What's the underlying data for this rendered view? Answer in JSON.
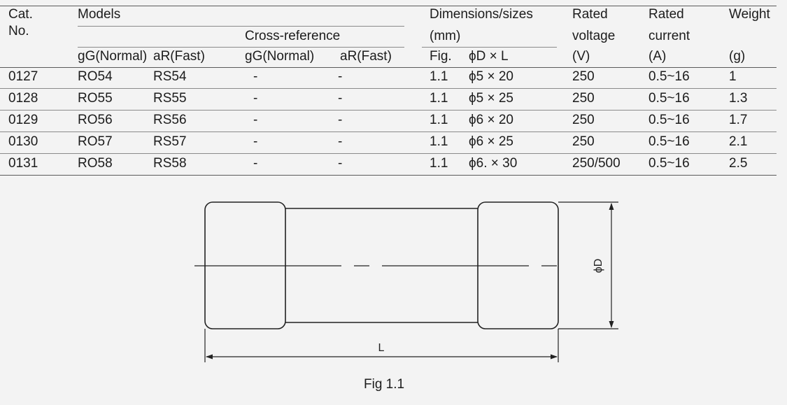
{
  "table": {
    "headers": {
      "cat_no_line1": "Cat.",
      "cat_no_line2": "No.",
      "models": "Models",
      "cross_reference": "Cross-reference",
      "dimensions_line1": "Dimensions/sizes",
      "dimensions_line2": "(mm)",
      "rated_voltage_line1": "Rated",
      "rated_voltage_line2": "voltage",
      "rated_voltage_unit": "(V)",
      "rated_current_line1": "Rated",
      "rated_current_line2": "current",
      "rated_current_unit": "(A)",
      "weight": "Weight",
      "weight_unit": "(g)",
      "sub_gg": "gG(Normal)",
      "sub_ar": "aR(Fast)",
      "sub_xref_gg": "gG(Normal)",
      "sub_xref_ar": "aR(Fast)",
      "sub_fig": "Fig.",
      "sub_dxl": "ϕD × L"
    },
    "rows": [
      {
        "cat": "0127",
        "gg": "RO54",
        "ar": "RS54",
        "xgg": "-",
        "xar": "-",
        "fig": "1.1",
        "dxl": "ϕ5 × 20",
        "voltage": "250",
        "current": "0.5~16",
        "weight": "1"
      },
      {
        "cat": "0128",
        "gg": "RO55",
        "ar": "RS55",
        "xgg": "-",
        "xar": "-",
        "fig": "1.1",
        "dxl": "ϕ5 × 25",
        "voltage": "250",
        "current": "0.5~16",
        "weight": "1.3"
      },
      {
        "cat": "0129",
        "gg": "RO56",
        "ar": "RS56",
        "xgg": "-",
        "xar": "-",
        "fig": "1.1",
        "dxl": "ϕ6 × 20",
        "voltage": "250",
        "current": "0.5~16",
        "weight": "1.7"
      },
      {
        "cat": "0130",
        "gg": "RO57",
        "ar": "RS57",
        "xgg": "-",
        "xar": "-",
        "fig": "1.1",
        "dxl": "ϕ6 × 25",
        "voltage": "250",
        "current": "0.5~16",
        "weight": "2.1"
      },
      {
        "cat": "0131",
        "gg": "RO58",
        "ar": "RS58",
        "xgg": "-",
        "xar": "-",
        "fig": "1.1",
        "dxl": "ϕ6. × 30",
        "voltage": "250/500",
        "current": "0.5~16",
        "weight": "2.5"
      }
    ]
  },
  "figure": {
    "diameter_label": "ϕD",
    "length_label": "L",
    "caption": "Fig 1.1"
  }
}
